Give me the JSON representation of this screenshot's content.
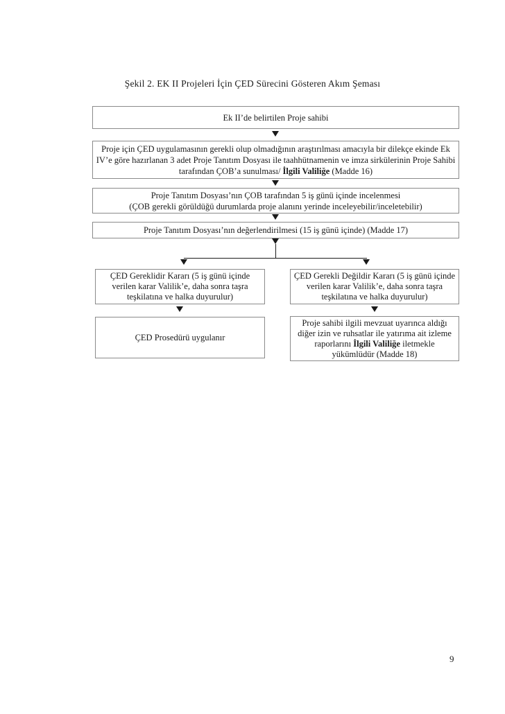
{
  "document": {
    "page_number": "9"
  },
  "figure": {
    "title": "Şekil 2. EK II Projeleri İçin ÇED Sürecini Gösteren Akım Şeması"
  },
  "flowchart": {
    "project_owner": {
      "text": "Ek II’de belirtilen Proje sahibi"
    },
    "application": {
      "line1": "Proje için ÇED uygulamasının gerekli olup olmadığının araştırılması amacıyla bir dilekçe ekinde Ek",
      "line2": "IV’e göre hazırlanan 3 adet Proje Tanıtım Dosyası ile taahhütnamenin ve imza sirkülerinin Proje Sahibi",
      "line3_prefix": "tarafından ÇOB’a sunulması/ ",
      "line3_bold": "İlgili Valiliğe",
      "line3_suffix": " (Madde 16)"
    },
    "review": {
      "line1": "Proje Tanıtım Dosyası’nın ÇOB tarafından 5 iş günü içinde incelenmesi",
      "line2": "(ÇOB gerekli görüldüğü durumlarda proje alanını yerinde inceleyebilir/inceletebilir)"
    },
    "evaluation": {
      "text": "Proje Tanıtım Dosyası’nın değerlendirilmesi (15 iş günü içinde) (Madde 17)"
    },
    "ced_required": {
      "line1": "ÇED Gereklidir Kararı (5 iş günü içinde",
      "line2": "verilen karar Valilik’e, daha sonra taşra",
      "line3": "teşkilatına ve halka duyurulur)"
    },
    "ced_not_required": {
      "line1": "ÇED Gerekli Değildir Kararı (5 iş günü içinde",
      "line2": "verilen karar Valilik’e, daha sonra taşra",
      "line3": "teşkilatına ve halka duyurulur)"
    },
    "ced_procedure": {
      "text": "ÇED Prosedürü uygulanır"
    },
    "obligations": {
      "line1": "Proje sahibi ilgili mevzuat uyarınca aldığı",
      "line2": "diğer izin ve ruhsatlar ile yatırıma ait izleme",
      "line3_prefix": "raporlarını ",
      "line3_bold": "İlgili Valiliğe",
      "line3_suffix": " iletmekle",
      "line4": "yükümlüdür (Madde 18)"
    },
    "colors": {
      "box_border": "#8a8a8a",
      "connector": "#1a1a1a",
      "text": "#1a1a1a",
      "page_background": "#ffffff"
    }
  }
}
